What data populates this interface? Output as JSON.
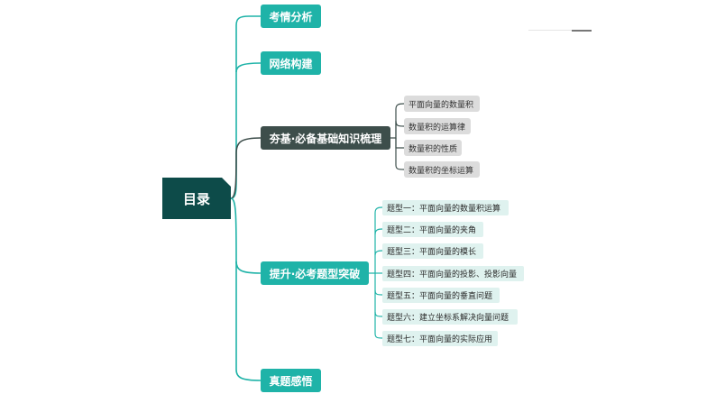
{
  "root": {
    "label": "目录"
  },
  "branches": {
    "b1": {
      "label": "考情分析"
    },
    "b2": {
      "label": "网络构建"
    },
    "b3": {
      "label": "夯基·必备基础知识梳理",
      "children": [
        "平面向量的数量积",
        "数量积的运算律",
        "数量积的性质",
        "数量积的坐标运算"
      ]
    },
    "b4": {
      "label": "提升·必考题型突破",
      "children": [
        "题型一：平面向量的数量积运算",
        "题型二：平面向量的夹角",
        "题型三：平面向量的模长",
        "题型四：平面向量的投影、投影向量",
        "题型五：平面向量的垂直问题",
        "题型六：建立坐标系解决向量问题",
        "题型七：平面向量的实际应用"
      ]
    },
    "b5": {
      "label": "真题感悟"
    }
  },
  "colors": {
    "teal": "#1fb3a8",
    "dark_node": "#3d4e4b",
    "root": "#0d4b49",
    "leaf_gray": "#dcdcdc",
    "leaf_mint": "#dff2ef"
  }
}
